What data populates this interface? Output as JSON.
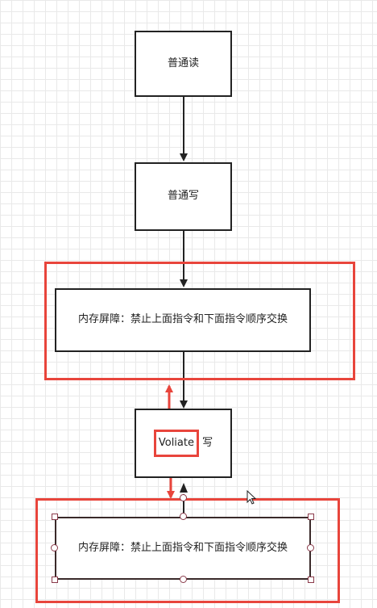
{
  "diagram": {
    "nodes": [
      {
        "id": "n1",
        "label": "普通读"
      },
      {
        "id": "n2",
        "label": "普通写"
      },
      {
        "id": "n3",
        "label": "内存屏障：禁止上面指令和下面指令顺序交换"
      },
      {
        "id": "n4",
        "prefix": "Voliate",
        "suffix": "写"
      },
      {
        "id": "n5",
        "label": "内存屏障：禁止上面指令和下面指令顺序交换"
      }
    ],
    "edges": [
      {
        "from": "n1",
        "to": "n2"
      },
      {
        "from": "n2",
        "to": "n3"
      },
      {
        "from": "n3",
        "to": "n4"
      }
    ],
    "colors": {
      "stroke": "#222222",
      "highlight": "#e8453c",
      "handle": "#8a3a4a"
    }
  }
}
